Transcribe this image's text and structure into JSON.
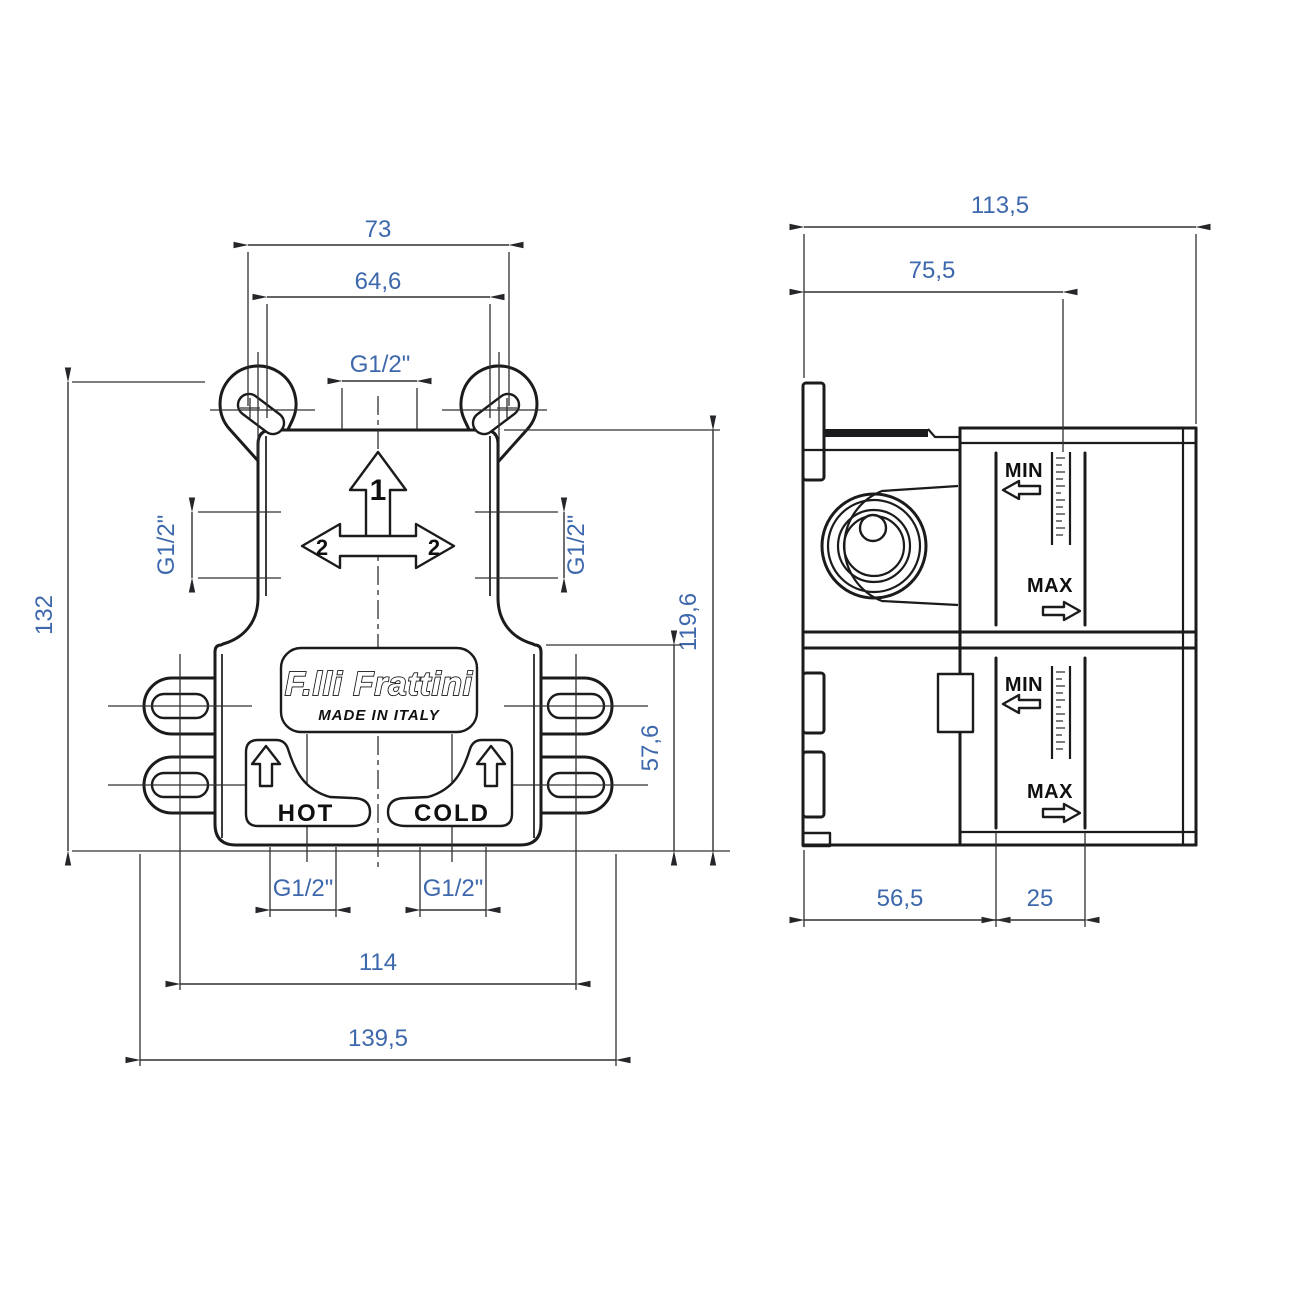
{
  "colors": {
    "background": "#ffffff",
    "line": "#1b1b1d",
    "dim_text": "#3e68ac",
    "label_text": "#101012"
  },
  "front_view": {
    "brand_plate": {
      "brand": "F.lli Frattini",
      "origin": "MADE IN ITALY"
    },
    "port_labels": {
      "hot": "HOT",
      "cold": "COLD"
    },
    "arrow_labels": {
      "up": "1",
      "side_left": "2",
      "side_right": "2"
    },
    "dimensions": {
      "ear_holes_outer": "73",
      "ear_holes_centers": "64,6",
      "top_port": "G1/2\"",
      "left_port": "G1/2\"",
      "right_port": "G1/2\"",
      "overall_height": "132",
      "body_height": "119,6",
      "lower_body_height": "57,6",
      "hot_port": "G1/2\"",
      "cold_port": "G1/2\"",
      "side_ear_spacing": "114",
      "overall_width": "139,5"
    }
  },
  "side_view": {
    "plaster_labels": {
      "upper_min": "MIN",
      "upper_max": "MAX",
      "lower_min": "MIN",
      "lower_max": "MAX"
    },
    "dimensions": {
      "overall_depth": "113,5",
      "depth_to_cartridge": "75,5",
      "body_depth": "56,5",
      "box_depth": "25"
    }
  }
}
